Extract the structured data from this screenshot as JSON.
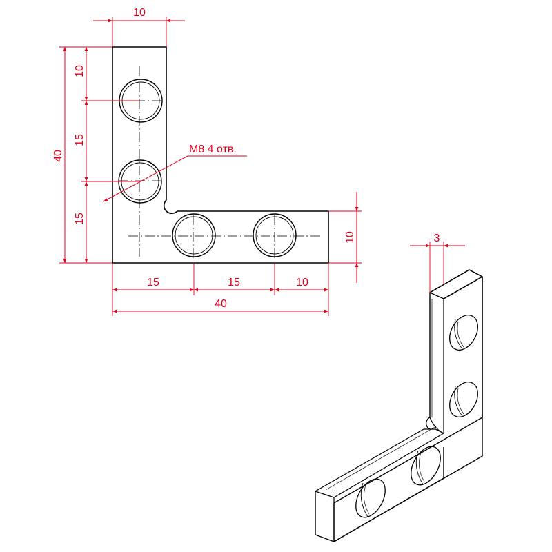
{
  "colors": {
    "dimension": "#e0001b",
    "outline": "#000000",
    "background": "#ffffff"
  },
  "dimensions": {
    "top_width": "10",
    "total_height": "40",
    "vert_seg_top": "10",
    "vert_seg_mid": "15",
    "vert_seg_bottom": "15",
    "right_height": "10",
    "horiz_seg_1": "15",
    "horiz_seg_2": "15",
    "horiz_seg_3": "10",
    "total_width": "40",
    "thickness": "3"
  },
  "annotations": {
    "hole_callout": "M8 4 отв."
  }
}
